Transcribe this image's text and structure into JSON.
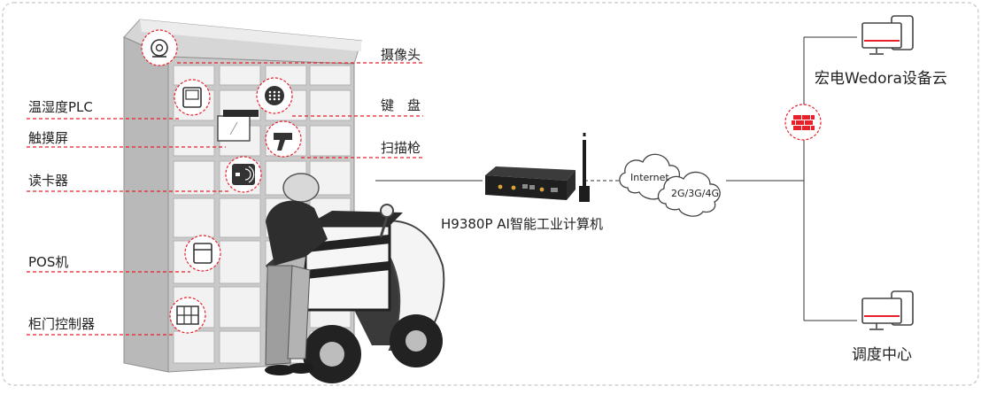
{
  "colors": {
    "accent": "#e8202a",
    "cabinet": "#c7c7c7",
    "cabinet_dark": "#8f8f8f",
    "cabinet_door": "#f1f1f1",
    "line": "#333333",
    "border": "#c8c8c8"
  },
  "left_labels": {
    "plc": "温湿度PLC",
    "touch": "触摸屏",
    "card": "读卡器",
    "pos": "POS机",
    "door": "柜门控制器"
  },
  "right_labels": {
    "camera": "摄像头",
    "keyboard": "键　盘",
    "scanner": "扫描枪"
  },
  "device_label": "H9380P AI智能工业计算机",
  "cloud": {
    "internet": "Internet",
    "mobile": "2G/3G/4G"
  },
  "endpoints": {
    "cloud_platform": "宏电Wedora设备云",
    "dispatch": "调度中心"
  },
  "icons": [
    "camera-icon",
    "keyboard-icon",
    "plc-screen-icon",
    "touch-screen-icon",
    "scanner-icon",
    "card-reader-icon",
    "pos-icon",
    "door-controller-icon",
    "firewall-icon",
    "monitor-icon",
    "router-icon",
    "antenna-icon",
    "cloud-icon"
  ]
}
